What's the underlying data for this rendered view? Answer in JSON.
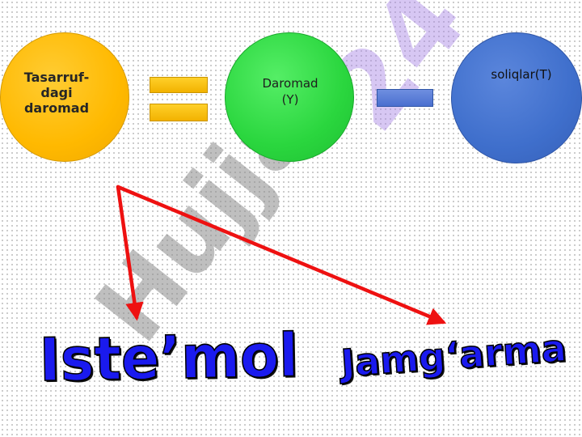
{
  "nodes": [
    {
      "id": "tasarrufdagi",
      "label": "Tasarruf-\ndagi\ndaromad",
      "color": "#ffb900"
    },
    {
      "id": "daromad",
      "label": "Daromad\n(Y)",
      "color": "#2ad63e"
    },
    {
      "id": "soliqlar",
      "label": "soliqlar(T)",
      "color": "#3f6fcc"
    }
  ],
  "operators": {
    "equals": "=",
    "minus": "−"
  },
  "outputs": {
    "consumption": "Iste’mol",
    "savings": "Jamg‘arma"
  },
  "watermark": {
    "text": "Hujjat",
    "suffix": "24"
  },
  "colors": {
    "arrow": "#ee1111",
    "output_text": "#1a1aee",
    "watermark_gray": "#8c8c8c",
    "watermark_violet": "#a884e6"
  }
}
